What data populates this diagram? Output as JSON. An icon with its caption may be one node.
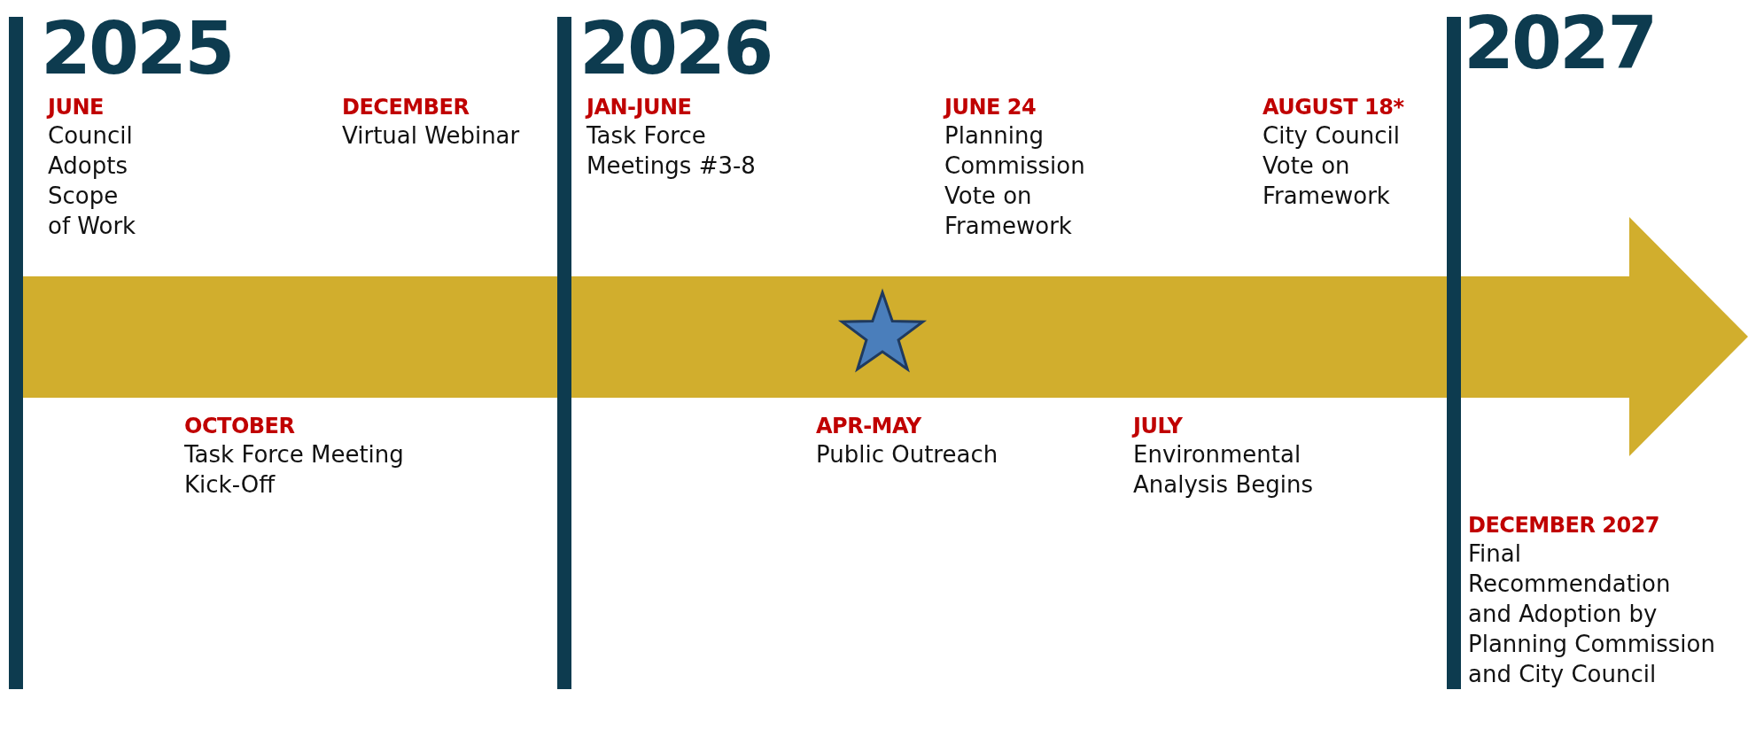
{
  "diagram": {
    "nodes": [
      {
        "text": [
          "JUNE",
          "Council Adopts Scope of Work"
        ]
      },
      {
        "text": [
          "DECEMBER",
          "Virtual Webinar"
        ]
      },
      {
        "text": [
          "OCTOBER",
          "Task Force Meeting Kick-Off"
        ]
      },
      {
        "text": [
          "JAN-JUNE",
          "Task Force Meetings #3-8"
        ]
      },
      {
        "text": [
          "APR-MAY",
          "Public Outreach"
        ]
      },
      {
        "text": [
          "JUNE 24",
          "Planning Commission Vote on Framework"
        ]
      },
      {
        "text": [
          "JULY",
          "Environmental Analysis Begins"
        ]
      },
      {
        "text": [
          "AUGUST 18*",
          "City Council Vote on Framework"
        ]
      },
      {
        "text": [
          "DECEMBER 2027",
          "Final Recommendation and Adoption by Planning Commission and City Council"
        ]
      },
      {
        "text": [],
        "shape": "bar"
      },
      {
        "text": [],
        "shape": "bar"
      },
      {
        "text": [],
        "shape": "bar"
      }
    ],
    "labels": [
      "2025",
      "2026",
      "2027"
    ]
  }
}
